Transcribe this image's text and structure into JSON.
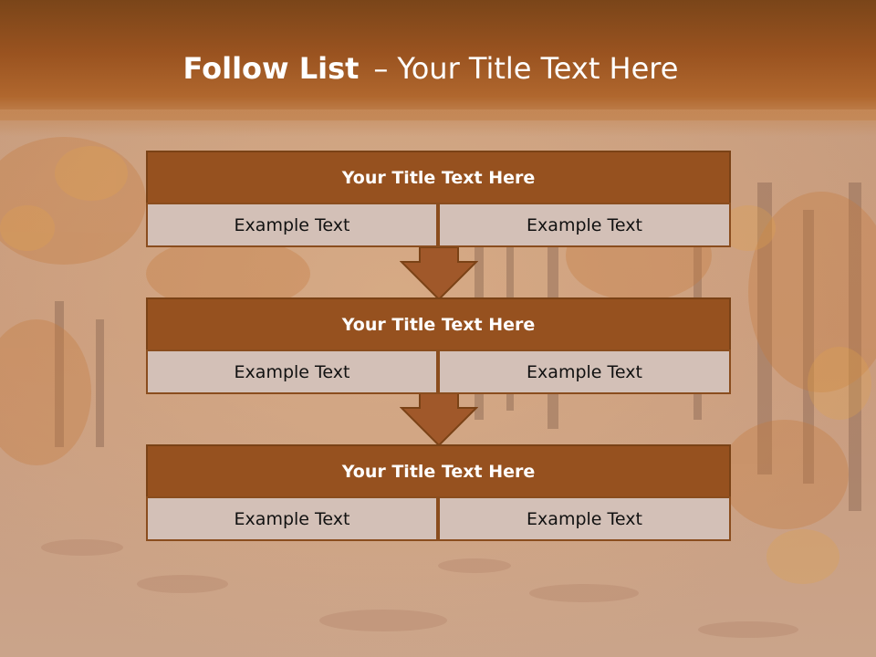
{
  "slide": {
    "title_bold": "Follow List",
    "title_dash": "–",
    "title_rest": "Your Title Text Here"
  },
  "colors": {
    "header_fill": "#96511f",
    "cell_fill": "#d3c0b7",
    "title_bar": "#9a5320",
    "arrow_fill": "#a0582a"
  },
  "blocks": [
    {
      "title": "Your Title Text Here",
      "left_text": "Example Text",
      "right_text": "Example Text"
    },
    {
      "title": "Your Title Text Here",
      "left_text": "Example Text",
      "right_text": "Example Text"
    },
    {
      "title": "Your Title Text Here",
      "left_text": "Example Text",
      "right_text": "Example Text"
    }
  ]
}
